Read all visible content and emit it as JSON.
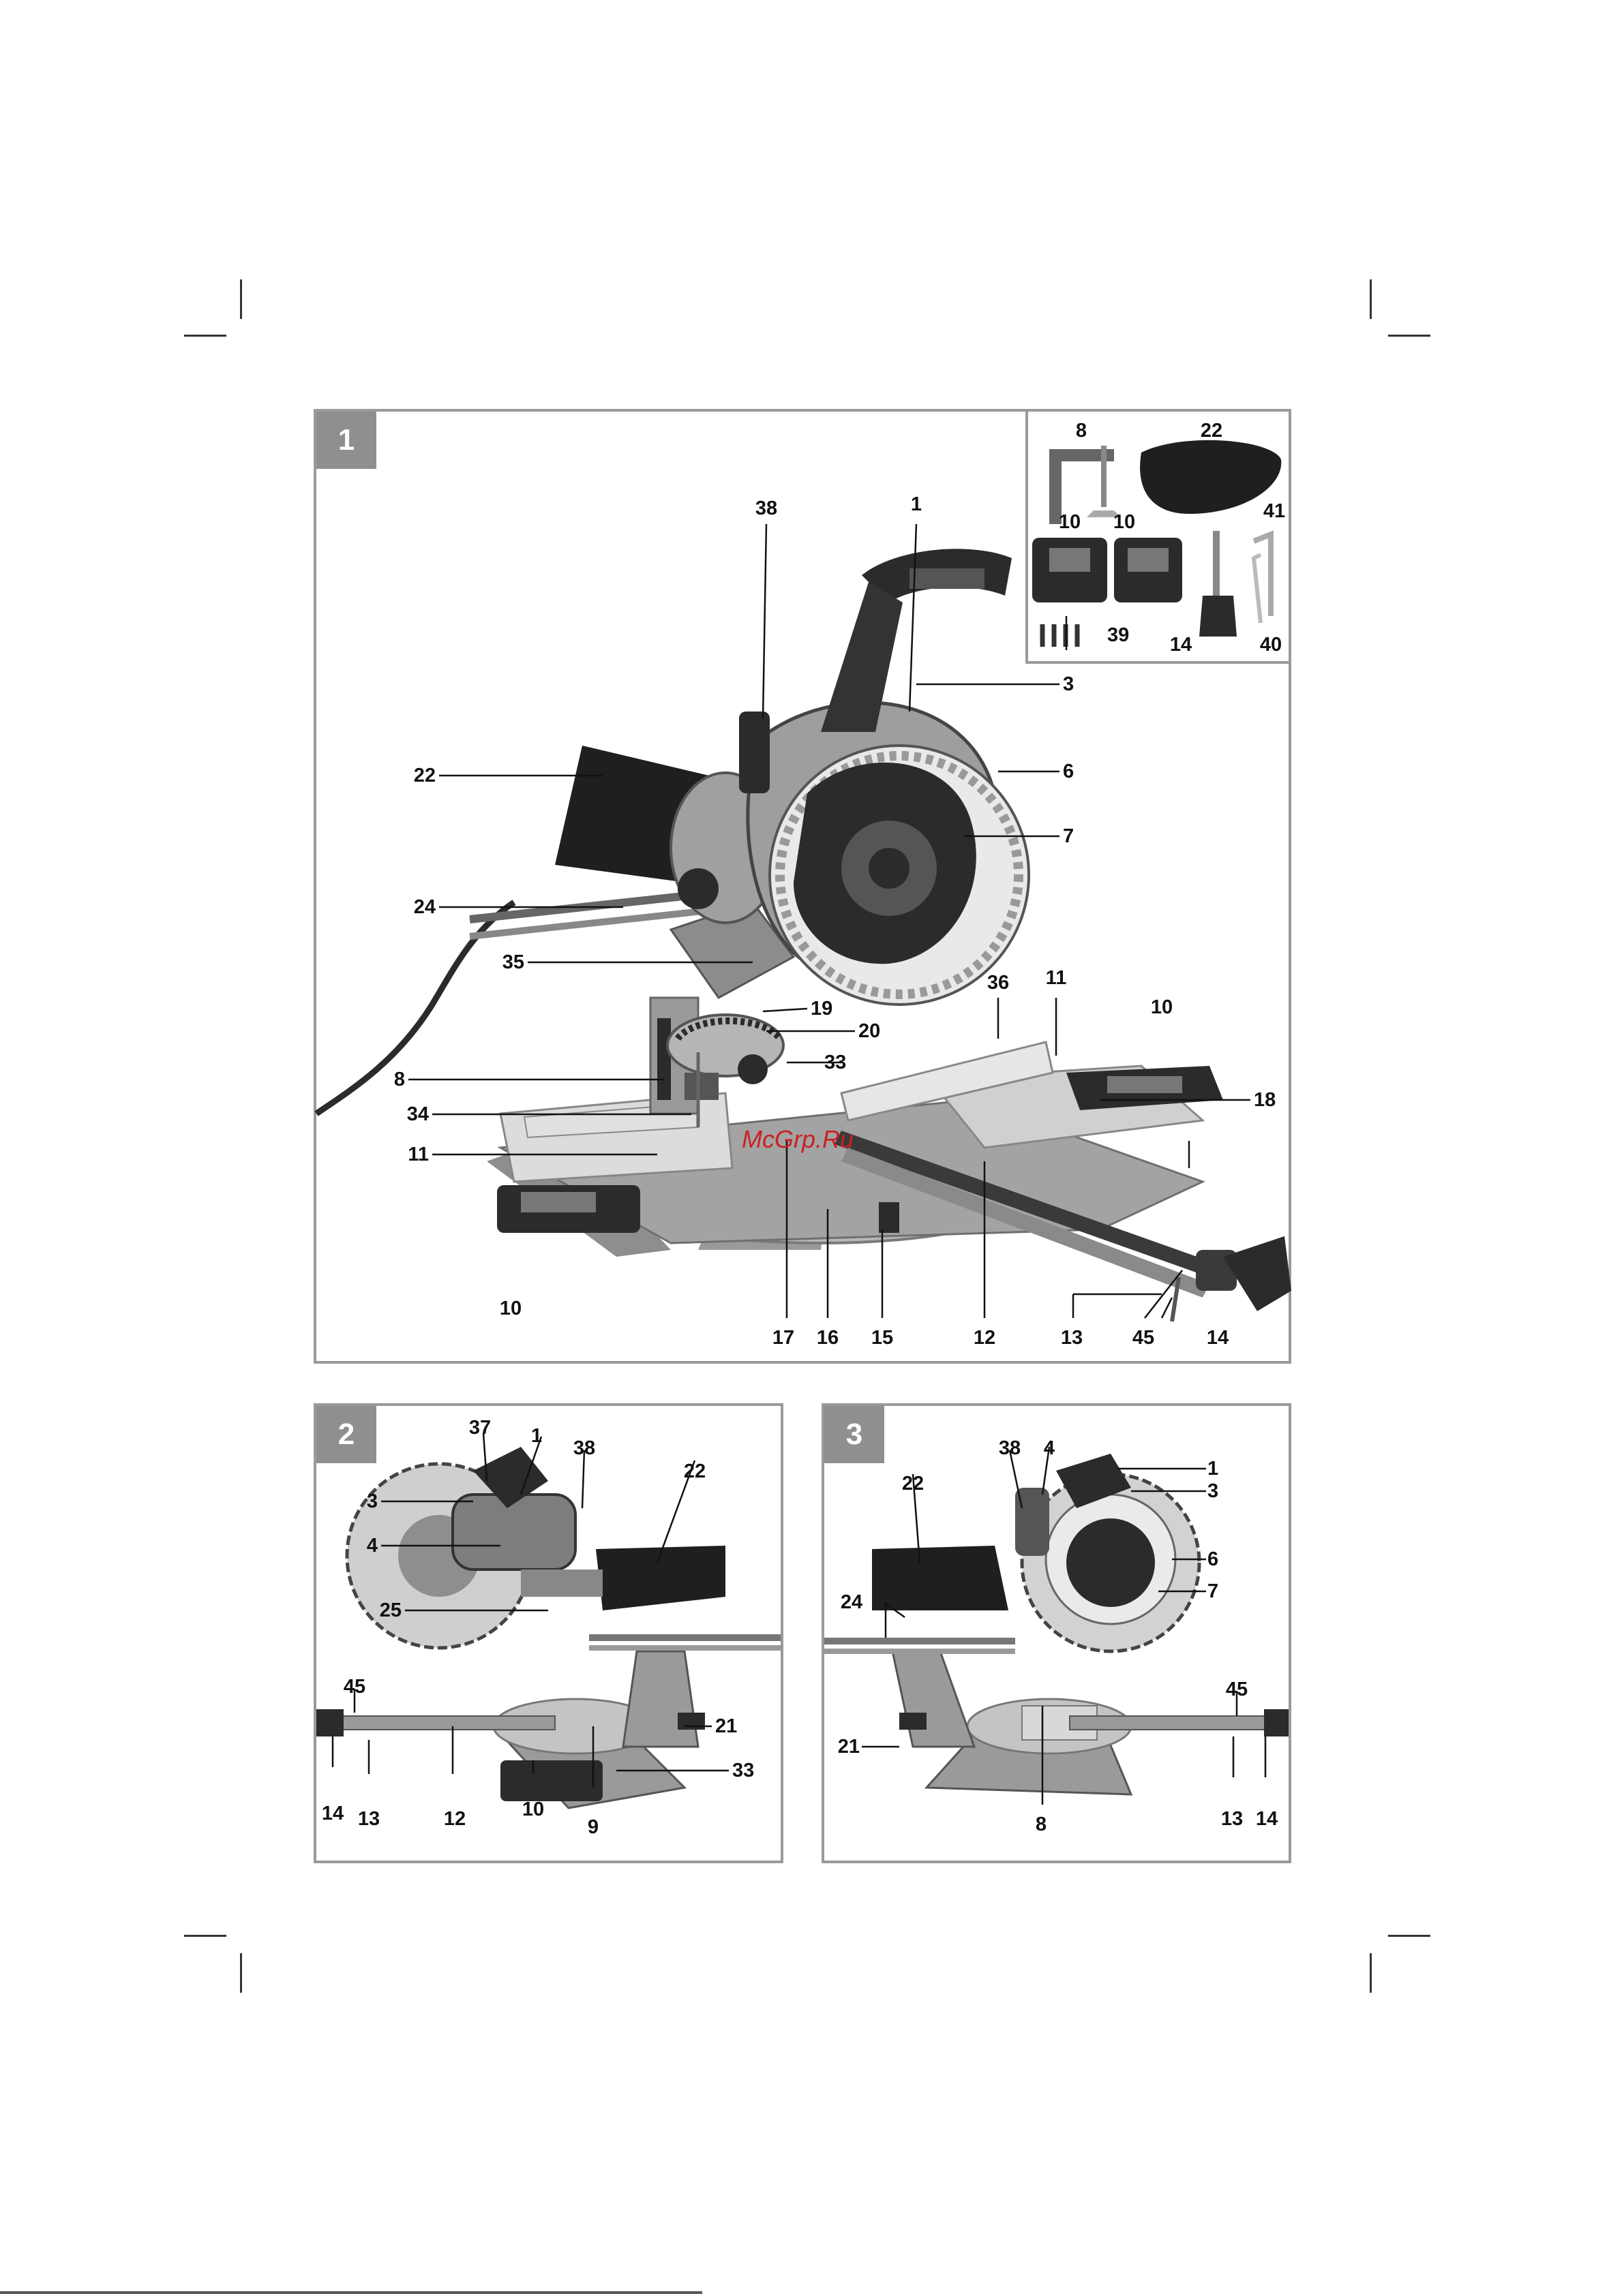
{
  "figures": [
    {
      "number": "1",
      "labels": [
        "38",
        "1",
        "3",
        "6",
        "7",
        "22",
        "24",
        "35",
        "19",
        "20",
        "36",
        "11",
        "10",
        "8",
        "33",
        "34",
        "18",
        "11",
        "10",
        "17",
        "16",
        "15",
        "12",
        "13",
        "45",
        "14"
      ],
      "accessory_labels": [
        "8",
        "22",
        "10",
        "10",
        "41",
        "14",
        "39",
        "40"
      ]
    },
    {
      "number": "2",
      "labels": [
        "37",
        "1",
        "38",
        "3",
        "22",
        "4",
        "25",
        "45",
        "21",
        "33",
        "14",
        "13",
        "12",
        "10",
        "9"
      ]
    },
    {
      "number": "3",
      "labels": [
        "38",
        "4",
        "1",
        "3",
        "22",
        "6",
        "7",
        "24",
        "45",
        "21",
        "8",
        "13",
        "14"
      ]
    }
  ],
  "watermark": "McGrp.Ru",
  "colors": {
    "body_gray": "#9a9a9a",
    "dark": "#2b2b2b",
    "light_gray": "#c8c8c8",
    "frame": "#9a9a9a",
    "watermark": "#cc2020"
  }
}
